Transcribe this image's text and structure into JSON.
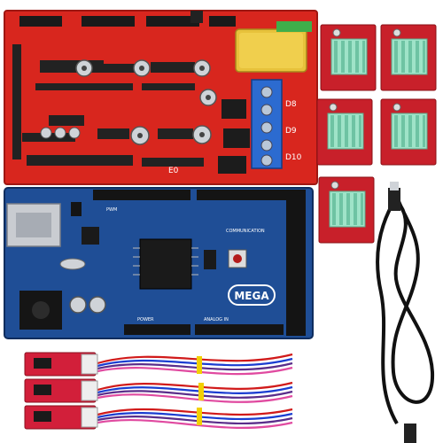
{
  "ramps_board": {
    "pcb_color": "#d8261e",
    "labels": {
      "d8": "D8",
      "d9": "D9",
      "d10": "D10",
      "e0": "E0"
    }
  },
  "mega_board": {
    "pcb_color": "#1f4e96",
    "labels": {
      "mega": "MEGA",
      "communication": "COMMUNICATION",
      "power": "POWER",
      "analog_in": "ANALOG IN",
      "pwm": "PWM"
    }
  },
  "stepper_drivers": {
    "count": 5,
    "pcb_color": "#c8202a",
    "heatsink_color": "#9fe3c8"
  },
  "endstops": {
    "count": 3,
    "pcb_color": "#d21f3a"
  },
  "usb_cable": {
    "color": "#111111"
  },
  "wire_colors": [
    "#d11a1a",
    "#1a3dd1",
    "#5a2d8a",
    "#e04aa0",
    "#f2d000"
  ]
}
